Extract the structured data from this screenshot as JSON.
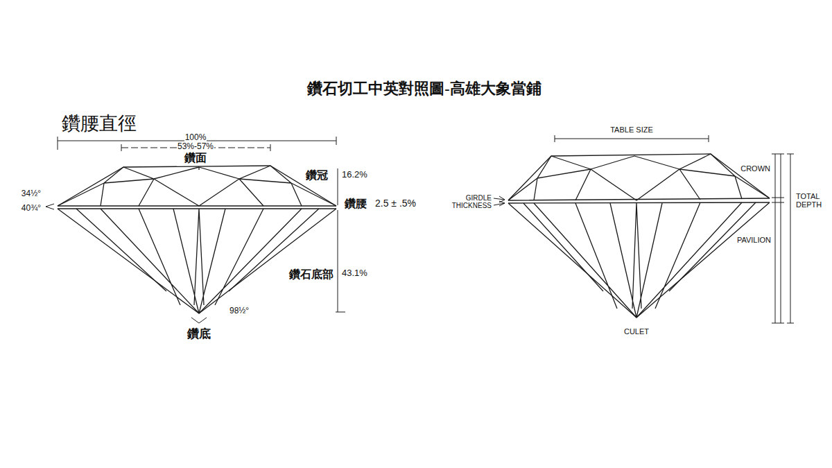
{
  "diagram": {
    "title": "鑽石切工中英對照圖-高雄大象當鋪",
    "labels": [
      "鑽腰直徑",
      "100%",
      "53%-57%",
      "鑽面",
      "鑽冠",
      "16.2%",
      "34½°",
      "40¾°",
      "鑽腰",
      "2.5 ± .5%",
      "鑽石底部",
      "43.1%",
      "98½°",
      "鑽底",
      "TABLE SIZE",
      "CROWN",
      "GIRDLE THICKNESS",
      "PAVILION",
      "TOTAL DEPTH",
      "CULET"
    ]
  }
}
